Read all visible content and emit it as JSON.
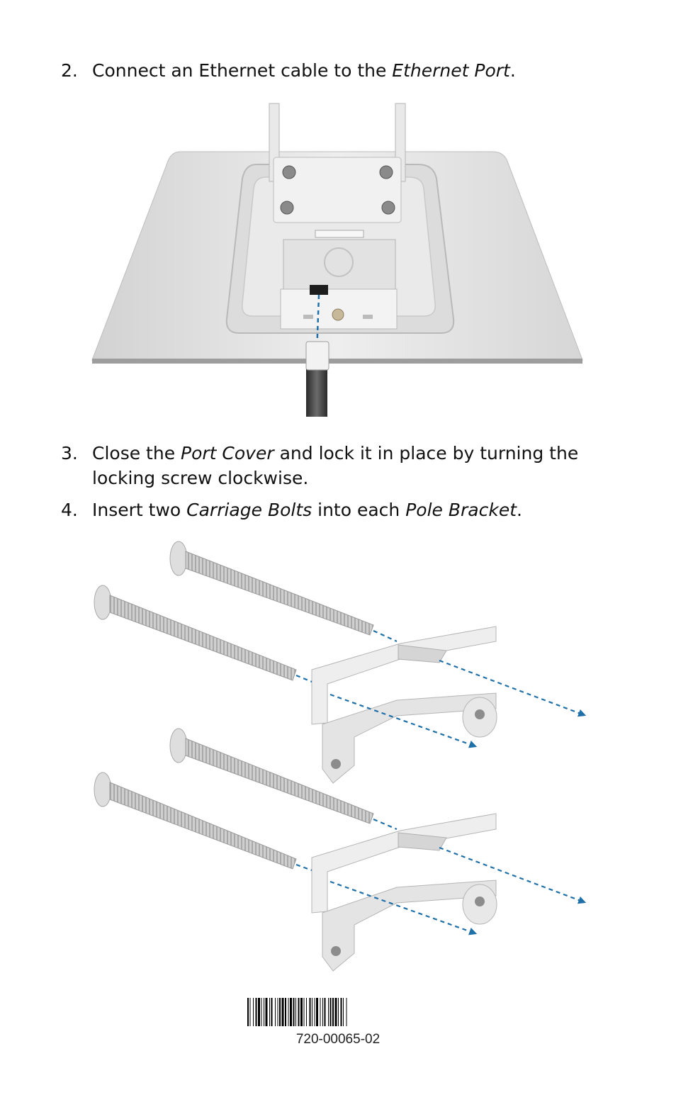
{
  "steps": [
    {
      "number": "2.",
      "parts": [
        "Connect an Ethernet cable to the ",
        "Ethernet Port",
        "."
      ]
    },
    {
      "number": "3.",
      "parts": [
        "Close the ",
        "Port Cover",
        " and lock it in place by turning the locking screw clockwise."
      ]
    },
    {
      "number": "4.",
      "parts": [
        "Insert two ",
        "Carriage Bolts",
        " into each ",
        "Pole Bracket",
        "."
      ]
    }
  ],
  "barcode": {
    "text": "720-00065-02"
  },
  "colors": {
    "guide_line": "#1f6fa8",
    "metal": "#d8d8d8",
    "panel": "#e6e6e6"
  }
}
